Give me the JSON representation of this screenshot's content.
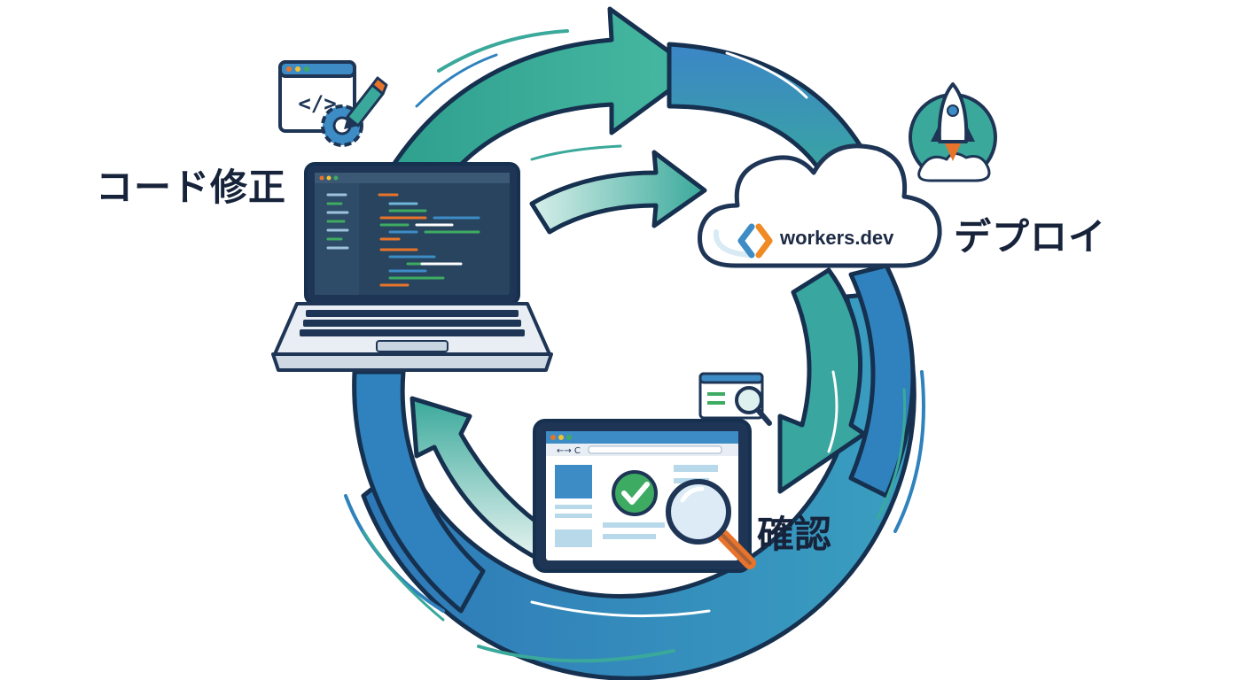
{
  "labels": {
    "code_fix": "コード修正",
    "deploy": "デプロイ",
    "verify": "確認"
  },
  "cloud": {
    "domain": "workers.dev"
  },
  "colors": {
    "teal": "#3aa99b",
    "blue": "#3d8cc6",
    "navy": "#1e3556",
    "orange": "#e8742b",
    "green": "#3eab62"
  },
  "icons": [
    "code-window-icon",
    "gear-icon",
    "pencil-icon",
    "rocket-icon",
    "cloudflare-logo-icon",
    "browser-search-icon",
    "check-icon",
    "magnifier-icon",
    "laptop-icon",
    "tablet-icon",
    "cloud-icon"
  ]
}
